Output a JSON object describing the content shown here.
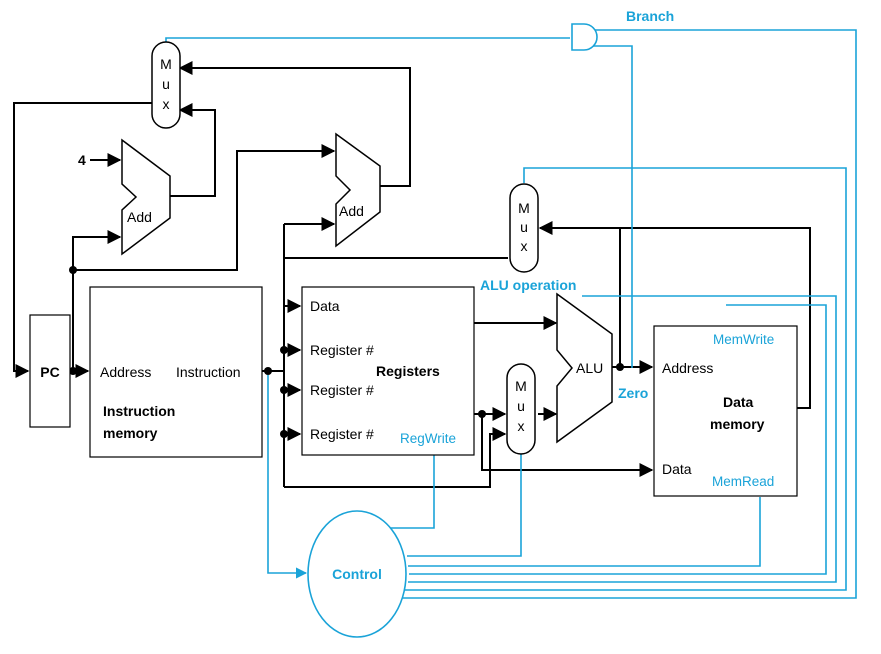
{
  "blocks": {
    "pc": "PC",
    "instruction_memory": {
      "address": "Address",
      "instruction": "Instruction",
      "title_line1": "Instruction",
      "title_line2": "memory"
    },
    "registers": {
      "data": "Data",
      "register1": "Register #",
      "register2": "Register #",
      "register3": "Register #",
      "title": "Registers",
      "regwrite": "RegWrite"
    },
    "data_memory": {
      "address": "Address",
      "data": "Data",
      "title_line1": "Data",
      "title_line2": "memory",
      "memwrite": "MemWrite",
      "memread": "MemRead"
    },
    "alu": "ALU",
    "adder_pc": "Add",
    "adder_branch": "Add",
    "mux_letters": [
      "M",
      "u",
      "x"
    ],
    "control": "Control"
  },
  "signals": {
    "constant_four": "4",
    "branch": "Branch",
    "alu_operation": "ALU operation",
    "zero": "Zero"
  }
}
